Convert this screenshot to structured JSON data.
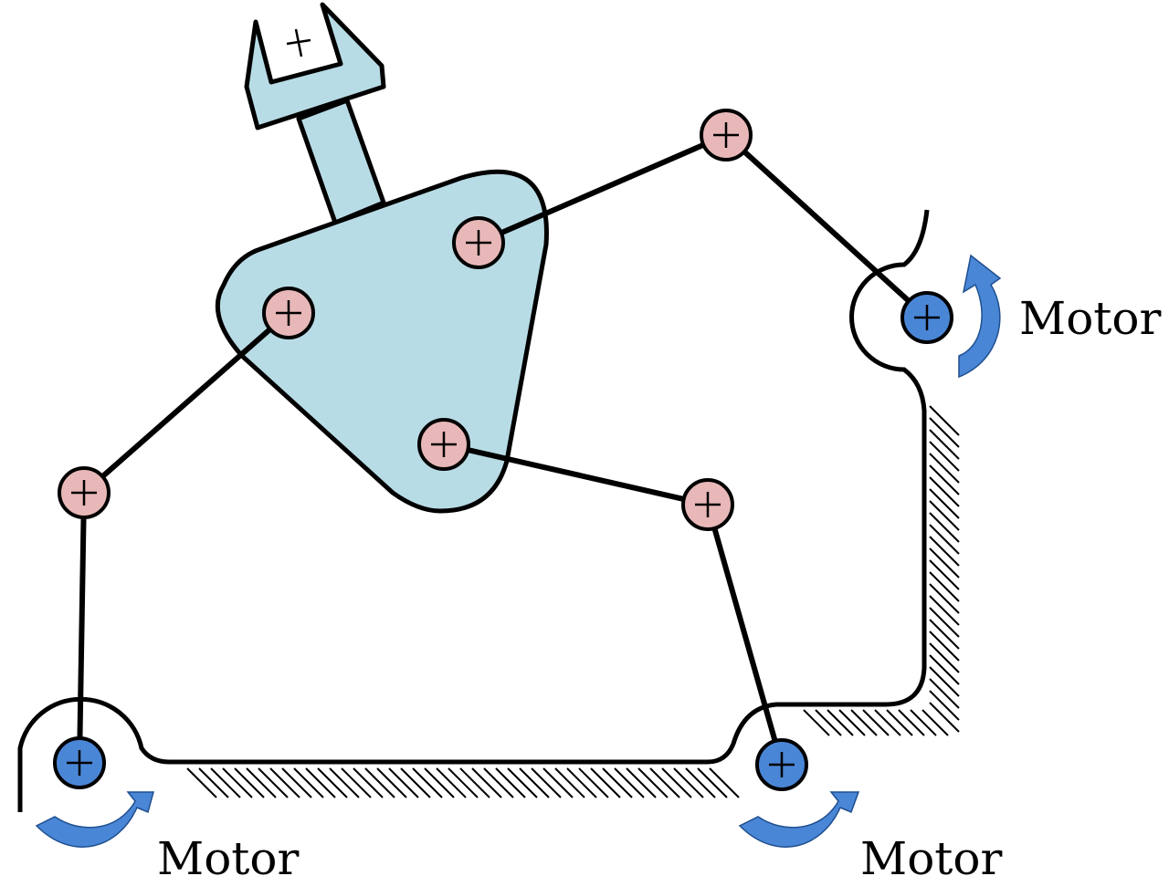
{
  "labels": {
    "motor_right": "Motor",
    "motor_bottom_left": "Motor",
    "motor_bottom_right": "Motor"
  },
  "colors": {
    "platform_fill": "#b8dce6",
    "passive_joint_fill": "#e8b8b8",
    "active_joint_fill": "#4a86d6",
    "arrow_fill": "#4a86d6",
    "line": "#000000"
  },
  "components": {
    "platform": "triangular-moving-platform",
    "end_effector": "gripper",
    "joint_glyph": "plus-symbol",
    "actuated_joint_count": 3,
    "passive_joint_count": 6
  }
}
